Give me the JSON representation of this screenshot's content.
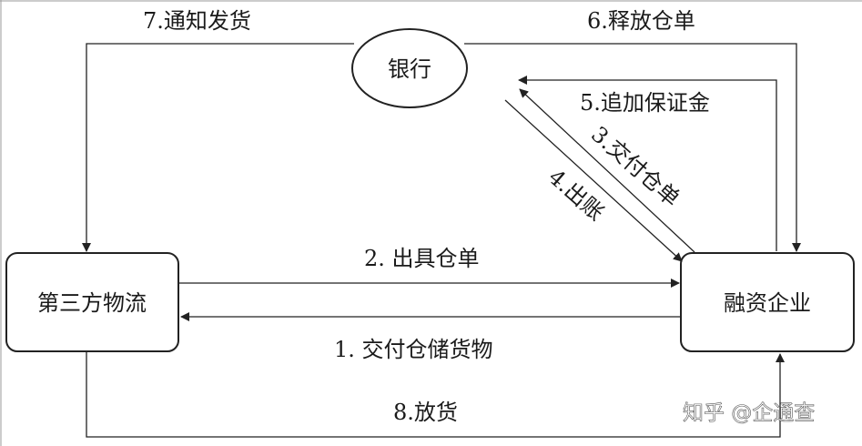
{
  "nodes": {
    "bank": "银行",
    "logistics": "第三方物流",
    "enterprise": "融资企业"
  },
  "edges": {
    "e1": "1. 交付仓储货物",
    "e2": "2. 出具仓单",
    "e3": "3.交付仓单",
    "e4": "4.出账",
    "e5": "5.追加保证金",
    "e6": "6.释放仓单",
    "e7": "7.通知发货",
    "e8": "8.放货"
  },
  "watermark": "知乎 @企通查"
}
